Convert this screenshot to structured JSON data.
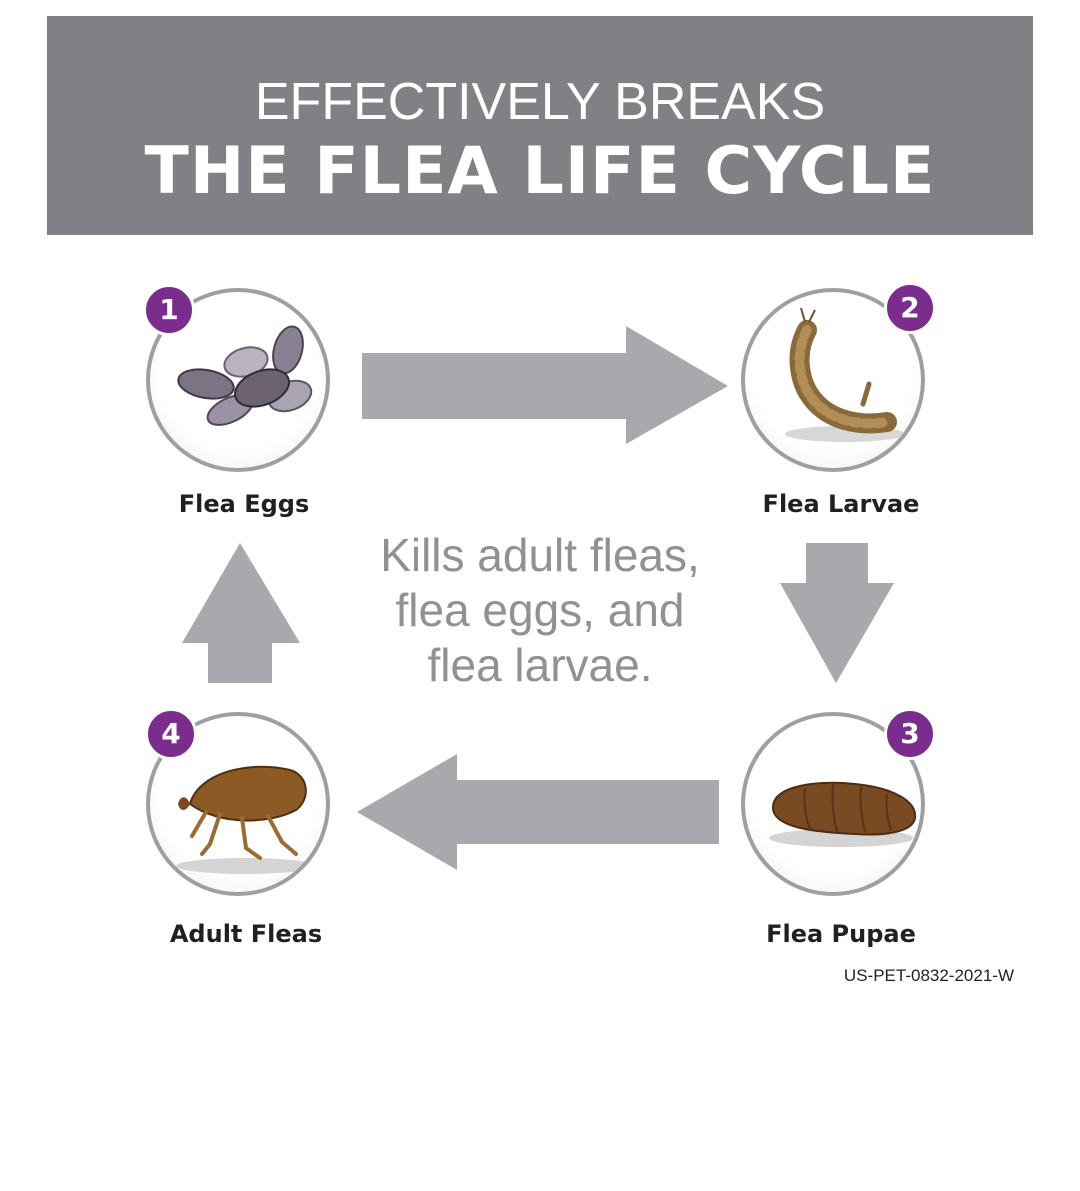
{
  "header": {
    "line1": "EFFECTIVELY BREAKS",
    "line2": "THE FLEA LIFE CYCLE"
  },
  "stages": [
    {
      "number": "1",
      "label": "Flea Eggs",
      "icon": "flea-eggs-image"
    },
    {
      "number": "2",
      "label": "Flea Larvae",
      "icon": "flea-larva-image"
    },
    {
      "number": "3",
      "label": "Flea Pupae",
      "icon": "flea-pupa-image"
    },
    {
      "number": "4",
      "label": "Adult Fleas",
      "icon": "adult-flea-image"
    }
  ],
  "center_text": {
    "line1": "Kills adult fleas,",
    "line2": "flea eggs, and",
    "line3": "flea larvae."
  },
  "footer": {
    "code": "US-PET-0832-2021-W"
  },
  "colors": {
    "banner": "#808184",
    "badge": "#7b2d8e",
    "arrow": "#a7a9ac",
    "center_text": "#8f9194"
  }
}
